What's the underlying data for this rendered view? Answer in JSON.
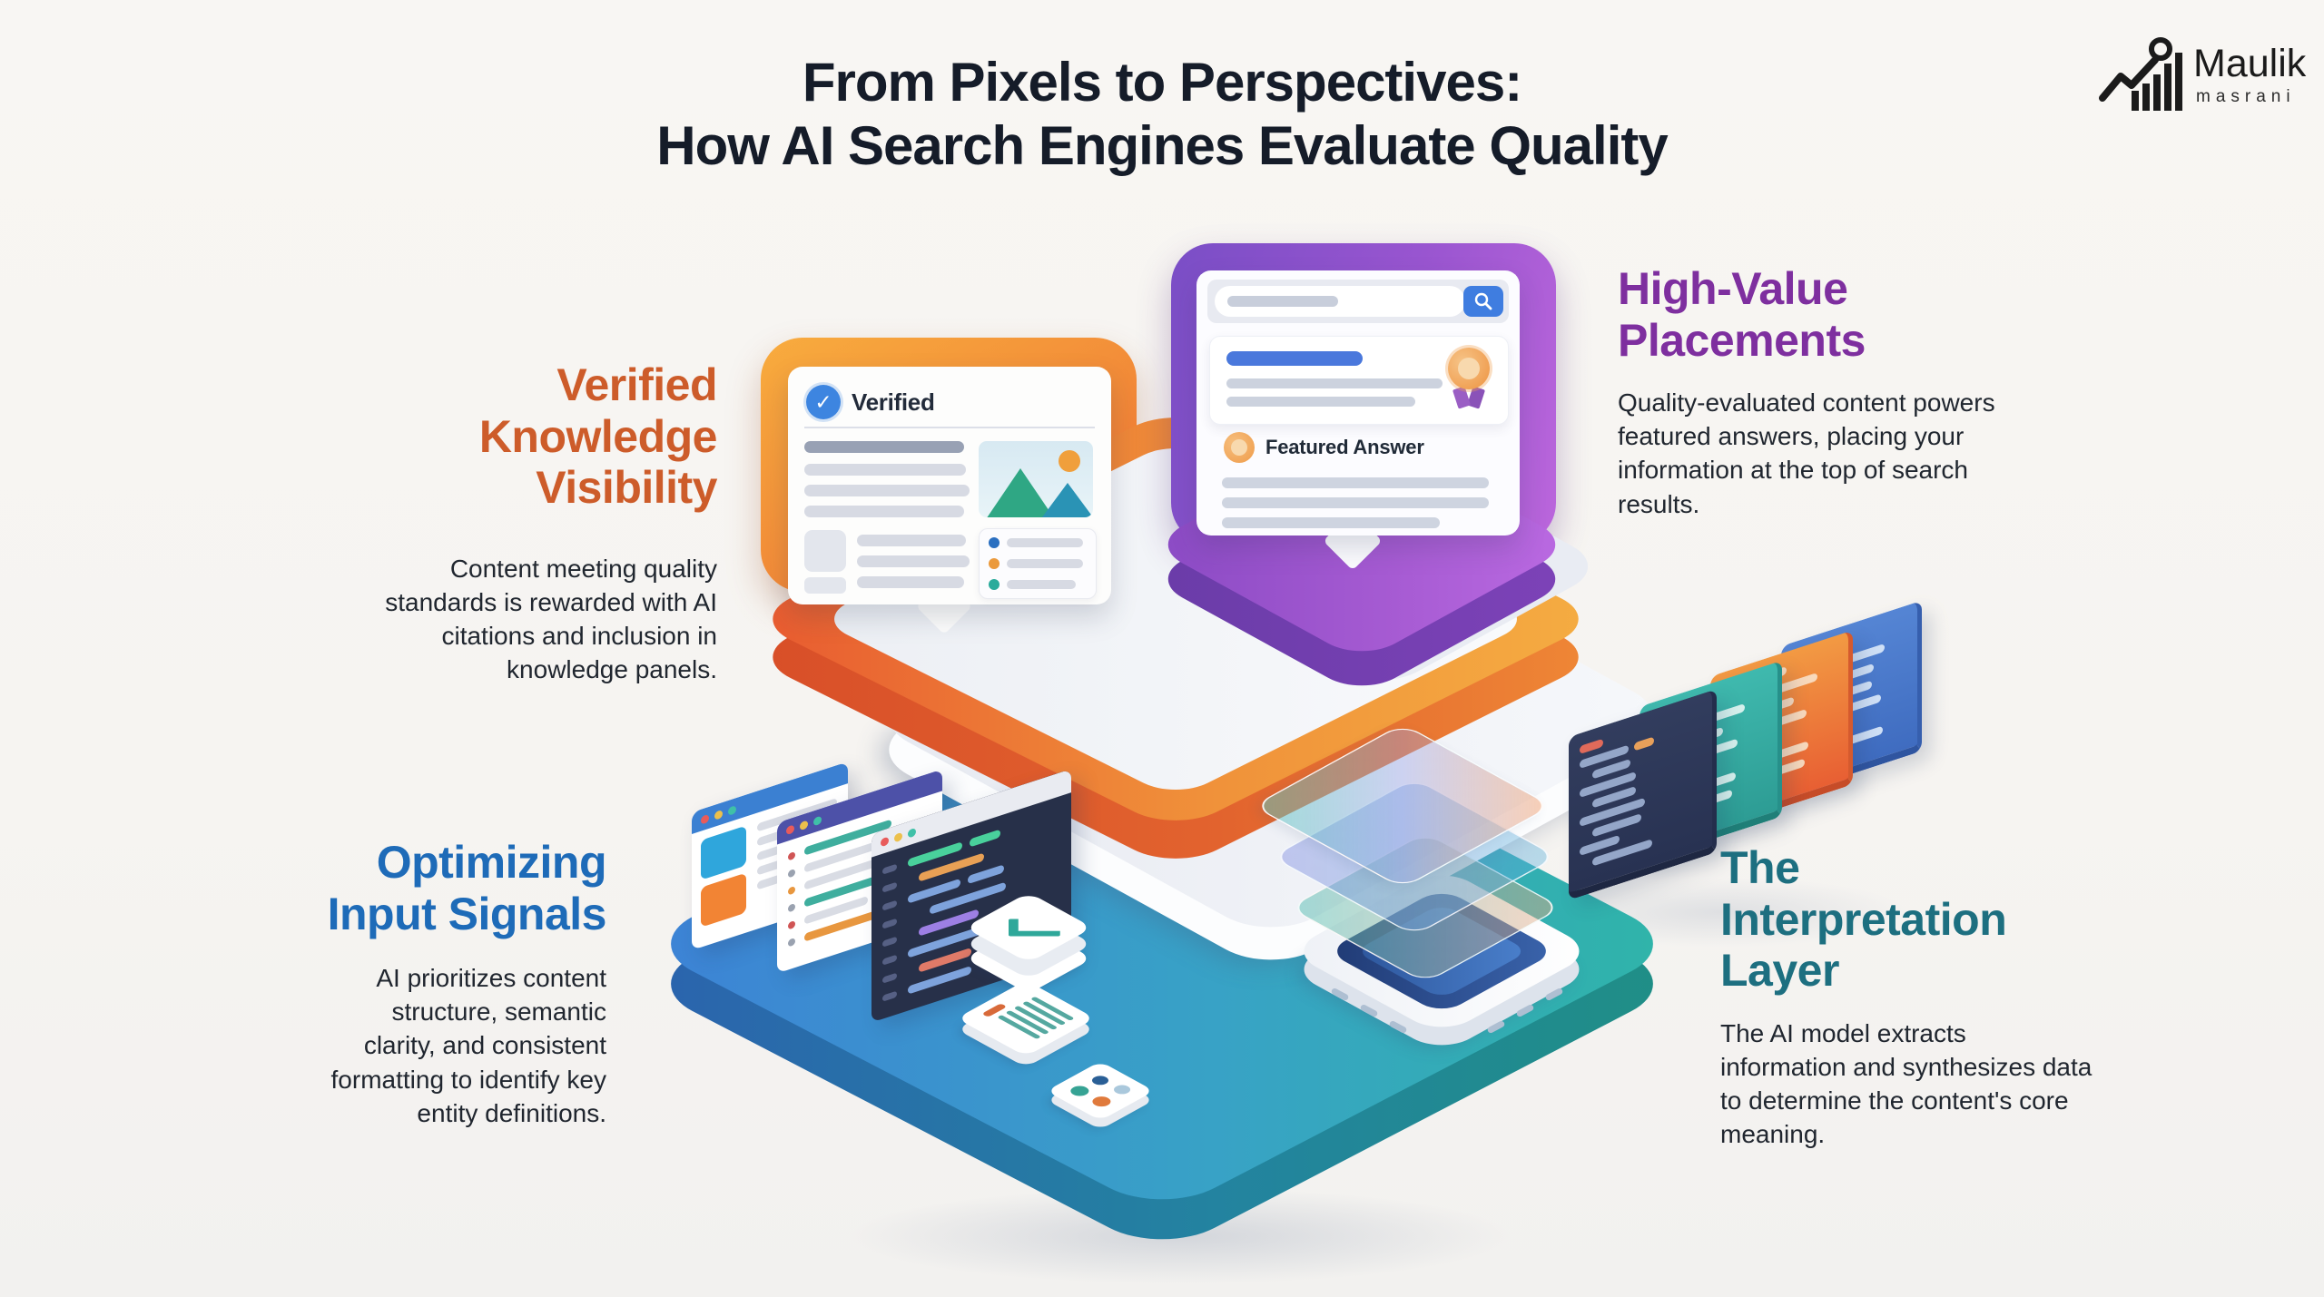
{
  "background": "#f7f5f2",
  "title": {
    "line1": "From Pixels to Perspectives:",
    "line2": "How AI Search Engines Evaluate Quality",
    "color": "#151c29"
  },
  "logo": {
    "name": "Maulik",
    "subname": "masrani",
    "icon": "bar-chart-magnifier-logo",
    "color": "#1b1b1b"
  },
  "sections": {
    "verified": {
      "lines": [
        "Verified",
        "Knowledge",
        "Visibility"
      ],
      "color": "#cd5c2a",
      "body": "Content meeting quality standards is rewarded with AI citations and inclusion in knowledge panels."
    },
    "placements": {
      "lines": [
        "High-Value",
        "Placements"
      ],
      "color": "#7e2f9f",
      "body": "Quality-evaluated content powers featured answers, placing your information at the top of search results."
    },
    "signals": {
      "lines": [
        "Optimizing",
        "Input Signals"
      ],
      "color": "#1e6bb8",
      "body": "AI prioritizes content structure, semantic clarity, and consistent formatting to identify key entity definitions."
    },
    "interpretation": {
      "lines": [
        "The",
        "Interpretation",
        "Layer"
      ],
      "color": "#1d6f80",
      "body": "The AI model extracts information and synthesizes data to determine the content's core meaning."
    }
  },
  "illustration": {
    "verified_card": {
      "label": "Verified",
      "badge_icon": "verified-check-badge",
      "badge_color": "#3d85e0"
    },
    "featured_card": {
      "label": "Featured Answer",
      "medal_icon": "medal",
      "award_icon": "award-rosette",
      "search_icon": "magnifier",
      "search_button_color": "#3f7de0"
    },
    "platform_colors": {
      "input_layer_left": "#3d82d6",
      "input_layer_right": "#2fb5a8",
      "interpretation_base": "#e9ecf2",
      "verified_layer_top": "#f5ad42",
      "verified_layer_edge": "#e85a30",
      "placement_layer_top": "#bb6ae2",
      "placement_layer_edge": "#8a4ac4"
    }
  }
}
